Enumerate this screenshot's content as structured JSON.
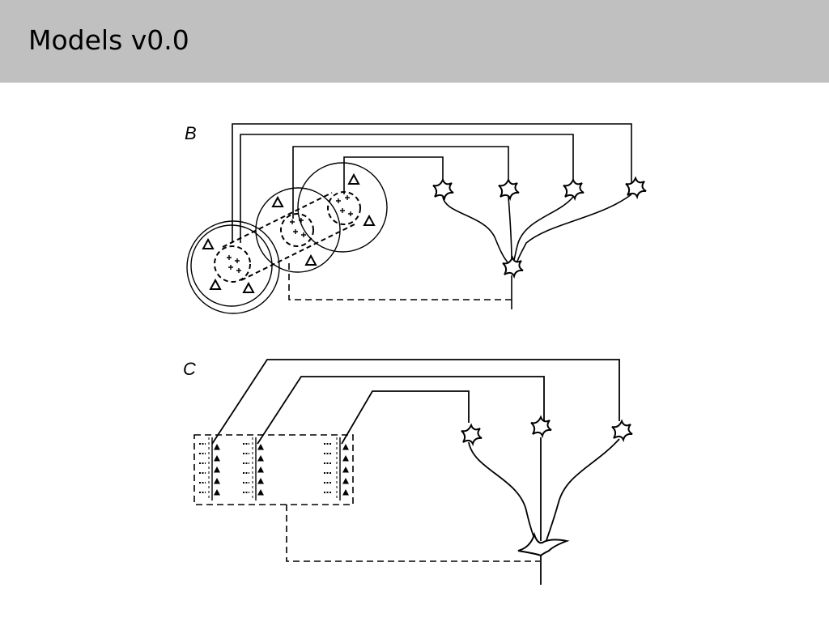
{
  "slide": {
    "title": "Models v0.0"
  },
  "figure": {
    "panels": [
      {
        "label": "B"
      },
      {
        "label": "C"
      }
    ]
  }
}
